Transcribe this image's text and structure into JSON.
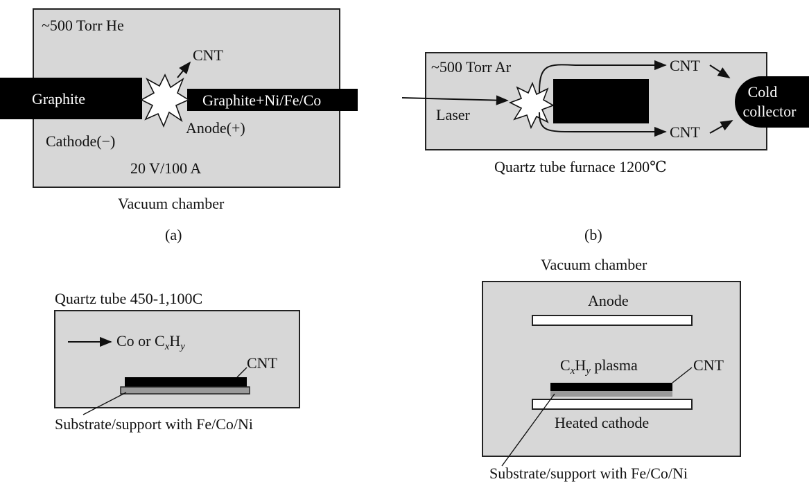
{
  "panel_a": {
    "pressure": "~500 Torr He",
    "cathode_label": "Graphite",
    "anode_label": "Graphite+Ni/Fe/Co",
    "cnt": "CNT",
    "anode": "Anode(+)",
    "cathode": "Cathode(−)",
    "power": "20 V/100 A",
    "chamber": "Vacuum chamber",
    "caption": "(a)"
  },
  "panel_b": {
    "pressure": "~500 Torr Ar",
    "laser": "Laser",
    "cnt_top": "CNT",
    "cnt_bottom": "CNT",
    "collector_line1": "Cold",
    "collector_line2": "collector",
    "furnace": "Quartz tube furnace 1200℃",
    "caption": "(b)"
  },
  "panel_c": {
    "tube": "Quartz tube 450-1,100C",
    "gas_prefix": "Co or C",
    "gas_sub_x": "x",
    "gas_h": "H",
    "gas_sub_y": "y",
    "cnt": "CNT",
    "substrate": "Substrate/support with Fe/Co/Ni"
  },
  "panel_d": {
    "chamber": "Vacuum chamber",
    "anode": "Anode",
    "plasma_c": "C",
    "plasma_sub_x": "x",
    "plasma_h": "H",
    "plasma_sub_y": "y",
    "plasma_word": " plasma",
    "cnt": "CNT",
    "cathode": "Heated cathode",
    "substrate": "Substrate/support with Fe/Co/Ni"
  }
}
